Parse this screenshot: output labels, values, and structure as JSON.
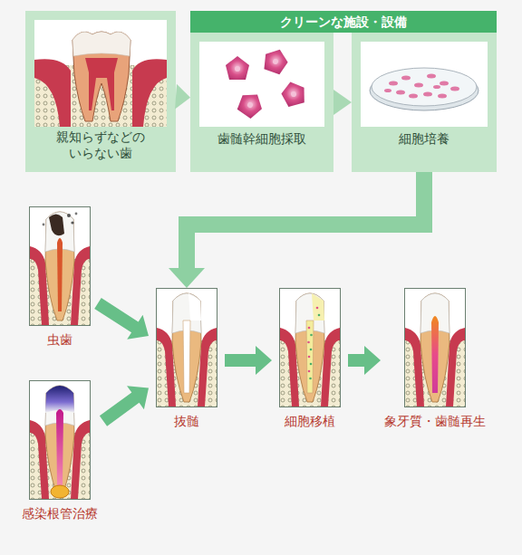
{
  "diagram": {
    "nodes": [
      {
        "text": [
          "親知らずなどの いらない歯"
        ]
      },
      {
        "text": [
          "クリーンな施設・設備"
        ]
      },
      {
        "text": [
          "歯髄幹細胞採取"
        ],
        "in": 1
      },
      {
        "text": [
          "細胞培養"
        ],
        "in": 1
      },
      {
        "text": [
          "虫歯"
        ]
      },
      {
        "text": [
          "抜髄"
        ]
      },
      {
        "text": [
          "細胞移植"
        ]
      },
      {
        "text": [
          "象牙質・歯髄再生"
        ]
      },
      {
        "text": [
          "感染根管治療"
        ]
      }
    ],
    "edges": [
      {
        "from": 0,
        "to": 2,
        "arrow": "to"
      },
      {
        "from": 2,
        "to": 3,
        "arrow": "to"
      },
      {
        "from": 3,
        "to": 5,
        "arrow": "to"
      },
      {
        "from": 4,
        "to": 5,
        "arrow": "to"
      },
      {
        "from": 8,
        "to": 5,
        "arrow": "to"
      },
      {
        "from": 5,
        "to": 6,
        "arrow": "to"
      },
      {
        "from": 6,
        "to": 7,
        "arrow": "to"
      }
    ]
  }
}
